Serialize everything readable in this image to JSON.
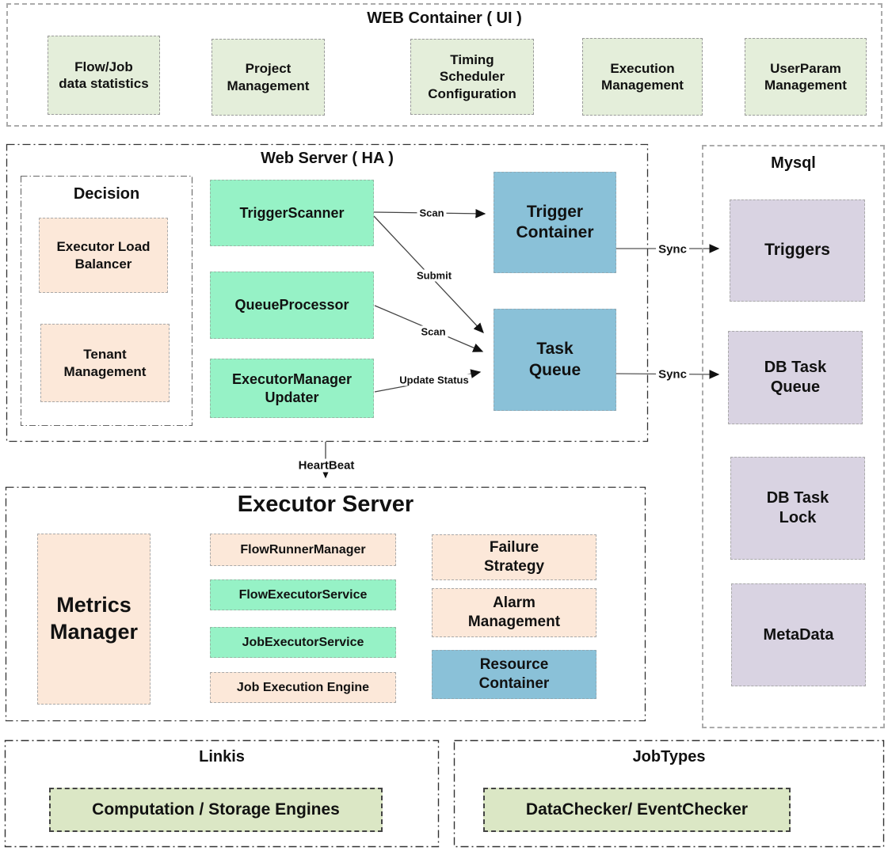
{
  "web_container": {
    "title": "WEB Container ( UI )",
    "items": [
      "Flow/Job\ndata statistics",
      "Project\nManagement",
      "Timing\nScheduler\nConfiguration",
      "Execution\nManagement",
      "UserParam\nManagement"
    ]
  },
  "web_server": {
    "title": "Web Server ( HA )",
    "decision": {
      "title": "Decision",
      "items": [
        "Executor Load\nBalancer",
        "Tenant\nManagement"
      ]
    },
    "services": [
      "TriggerScanner",
      "QueueProcessor",
      "ExecutorManager\nUpdater"
    ],
    "queues": [
      "Trigger\nContainer",
      "Task\nQueue"
    ]
  },
  "mysql": {
    "title": "Mysql",
    "tables": [
      "Triggers",
      "DB Task\nQueue",
      "DB Task\nLock",
      "MetaData"
    ]
  },
  "executor_server": {
    "title": "Executor Server",
    "metrics_manager": "Metrics\nManager",
    "services": [
      "FlowRunnerManager",
      "FlowExecutorService",
      "JobExecutorService",
      "Job Execution Engine"
    ],
    "modules": [
      "Failure\nStrategy",
      "Alarm\nManagement",
      "Resource\nContainer"
    ]
  },
  "linkis": {
    "title": "Linkis",
    "engines": "Computation / Storage Engines"
  },
  "jobtypes": {
    "title": "JobTypes",
    "checkers": "DataChecker/ EventChecker"
  },
  "edges": {
    "scan_trigger": "Scan",
    "submit": "Submit",
    "scan_task": "Scan",
    "update_status": "Update Status",
    "sync_triggers": "Sync",
    "sync_task_queue": "Sync",
    "heartbeat": "HeartBeat"
  },
  "colors": {
    "ui_box": "#e4eeda",
    "service_box": "#96f2c6",
    "decision_box": "#fce8d9",
    "queue_box": "#8ac1d8",
    "db_box": "#d9d3e2",
    "engine_box": "#dbe7c5"
  }
}
